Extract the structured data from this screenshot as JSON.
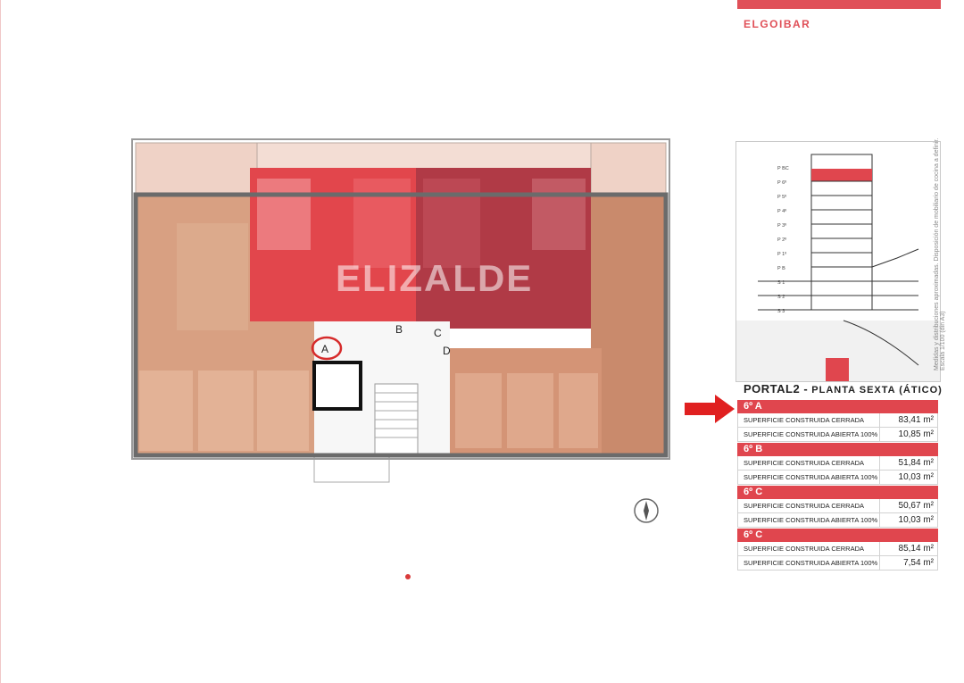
{
  "header": {
    "brand": "ELGOIBAR"
  },
  "plan": {
    "watermark": "ELIZALDE",
    "labels": {
      "a": "A",
      "b": "B",
      "c": "C",
      "d": "D"
    }
  },
  "section": {
    "floors": [
      "P BC",
      "P 6º",
      "P 5º",
      "P 4º",
      "P 3º",
      "P 2º",
      "P 1º",
      "P B",
      "S 1",
      "S 2",
      "S 3"
    ],
    "side_note": "Medidas y distribuciones aproximadas. Disposición de mobiliario de cocina a definir.",
    "scale_note": "Escala 1/100 (din A3)"
  },
  "portal": {
    "title": "PORTAL2",
    "subtitle": "PLANTA SEXTA (ÁTICO)"
  },
  "units": [
    {
      "name": "6º A",
      "rows": [
        {
          "label": "SUPERFICIE CONSTRUIDA CERRADA",
          "value": "83,41 m²"
        },
        {
          "label": "SUPERFICIE CONSTRUIDA ABIERTA 100%",
          "value": "10,85 m²"
        }
      ]
    },
    {
      "name": "6º B",
      "rows": [
        {
          "label": "SUPERFICIE CONSTRUIDA CERRADA",
          "value": "51,84 m²"
        },
        {
          "label": "SUPERFICIE CONSTRUIDA ABIERTA 100%",
          "value": "10,03 m²"
        }
      ]
    },
    {
      "name": "6º C",
      "rows": [
        {
          "label": "SUPERFICIE CONSTRUIDA CERRADA",
          "value": "50,67 m²"
        },
        {
          "label": "SUPERFICIE CONSTRUIDA ABIERTA 100%",
          "value": "10,03 m²"
        }
      ]
    },
    {
      "name": "6º C",
      "rows": [
        {
          "label": "SUPERFICIE CONSTRUIDA CERRADA",
          "value": "85,14 m²"
        },
        {
          "label": "SUPERFICIE CONSTRUIDA ABIERTA 100%",
          "value": "7,54 m²"
        }
      ]
    }
  ],
  "colors": {
    "accent": "#e05058",
    "unit_a": "#d8a082",
    "unit_b": "#e2464c",
    "unit_c": "#b03a46",
    "unit_d": "#c98a6c",
    "terrace": "#efd2c6"
  },
  "icons": {
    "arrow": "arrow-right-icon",
    "compass": "compass-icon"
  }
}
